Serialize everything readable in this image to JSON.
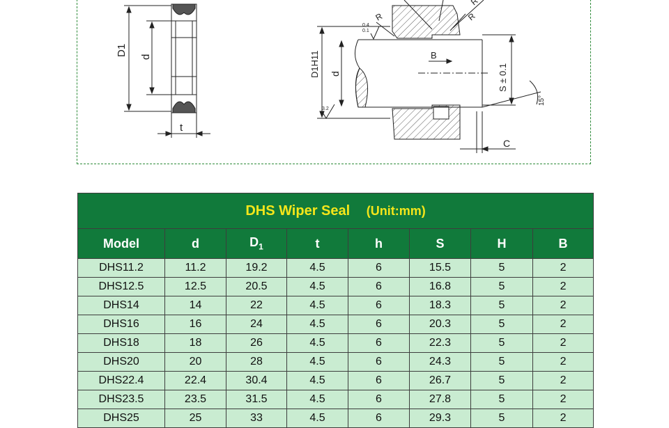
{
  "drawing": {
    "left_labels": {
      "outer_diameter": "D1",
      "inner_diameter": "d",
      "thickness": "t"
    },
    "right_labels": {
      "radius_1": "R",
      "radius_2": "R",
      "radius_3": "R",
      "bore_tolerance": "D1H11",
      "rod_diameter": "d",
      "width_b": "B",
      "slot_s": "S ± 0.1",
      "chamfer_angle": "15°",
      "chamfer_c": "C",
      "roughness_top_1": "0.4",
      "roughness_top_2": "0.1",
      "roughness_bottom": "3.2"
    }
  },
  "table": {
    "title": "DHS Wiper Seal",
    "unit": "(Unit:mm)",
    "headers": [
      "Model",
      "d",
      "D",
      "t",
      "h",
      "S",
      "H",
      "B"
    ],
    "d1_subscript": "1",
    "rows": [
      [
        "DHS11.2",
        "11.2",
        "19.2",
        "4.5",
        "6",
        "15.5",
        "5",
        "2"
      ],
      [
        "DHS12.5",
        "12.5",
        "20.5",
        "4.5",
        "6",
        "16.8",
        "5",
        "2"
      ],
      [
        "DHS14",
        "14",
        "22",
        "4.5",
        "6",
        "18.3",
        "5",
        "2"
      ],
      [
        "DHS16",
        "16",
        "24",
        "4.5",
        "6",
        "20.3",
        "5",
        "2"
      ],
      [
        "DHS18",
        "18",
        "26",
        "4.5",
        "6",
        "22.3",
        "5",
        "2"
      ],
      [
        "DHS20",
        "20",
        "28",
        "4.5",
        "6",
        "24.3",
        "5",
        "2"
      ],
      [
        "DHS22.4",
        "22.4",
        "30.4",
        "4.5",
        "6",
        "26.7",
        "5",
        "2"
      ],
      [
        "DHS23.5",
        "23.5",
        "31.5",
        "4.5",
        "6",
        "27.8",
        "5",
        "2"
      ],
      [
        "DHS25",
        "25",
        "33",
        "4.5",
        "6",
        "29.3",
        "5",
        "2"
      ]
    ]
  },
  "colors": {
    "header_green": "#117a3b",
    "title_yellow": "#f5e61a",
    "row_green": "#c9ecd1",
    "frame_green": "#2e8b3a"
  }
}
